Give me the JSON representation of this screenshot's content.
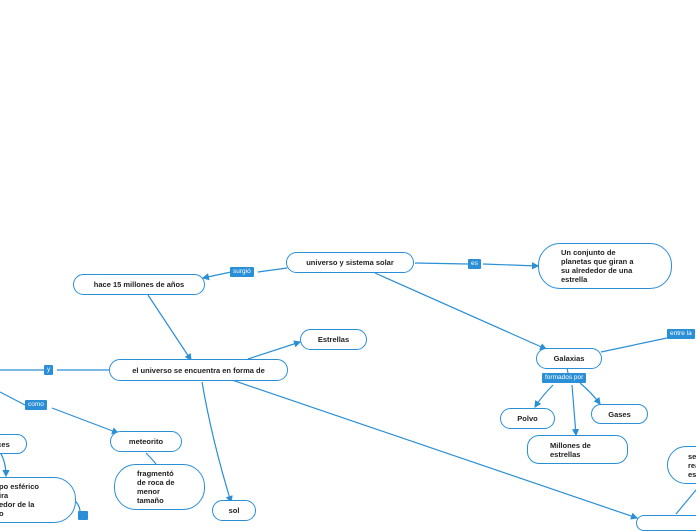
{
  "colors": {
    "accent": "#2a8fd6",
    "background": "#ffffff",
    "text": "#222222"
  },
  "nodes": {
    "central": "universo y sistema solar",
    "def": "Un conjunto de\nplanetas que giran a\nsu alrededor  de una\nestrella",
    "hace": "hace 15 millones de años",
    "forma": "el universo se encuentra en forma de",
    "estrellas": "Estrellas",
    "galaxias": "Galaxias",
    "polvo": "Polvo",
    "gases": "Gases",
    "millones": "Millones de\nestrellas",
    "meteorito": "meteorito",
    "fragmento": "fragmentó\nde roca de\nmenor\ntamaño",
    "sol": "sol",
    "ces": "ces",
    "esferico": "po esférico\nira\nedor de la\no",
    "right_partial": "se\nrea\nes"
  },
  "labels": {
    "surgio": "surgió",
    "es": "es",
    "entre": "entre la",
    "formados": "formados por",
    "y": "y",
    "como": "como"
  }
}
